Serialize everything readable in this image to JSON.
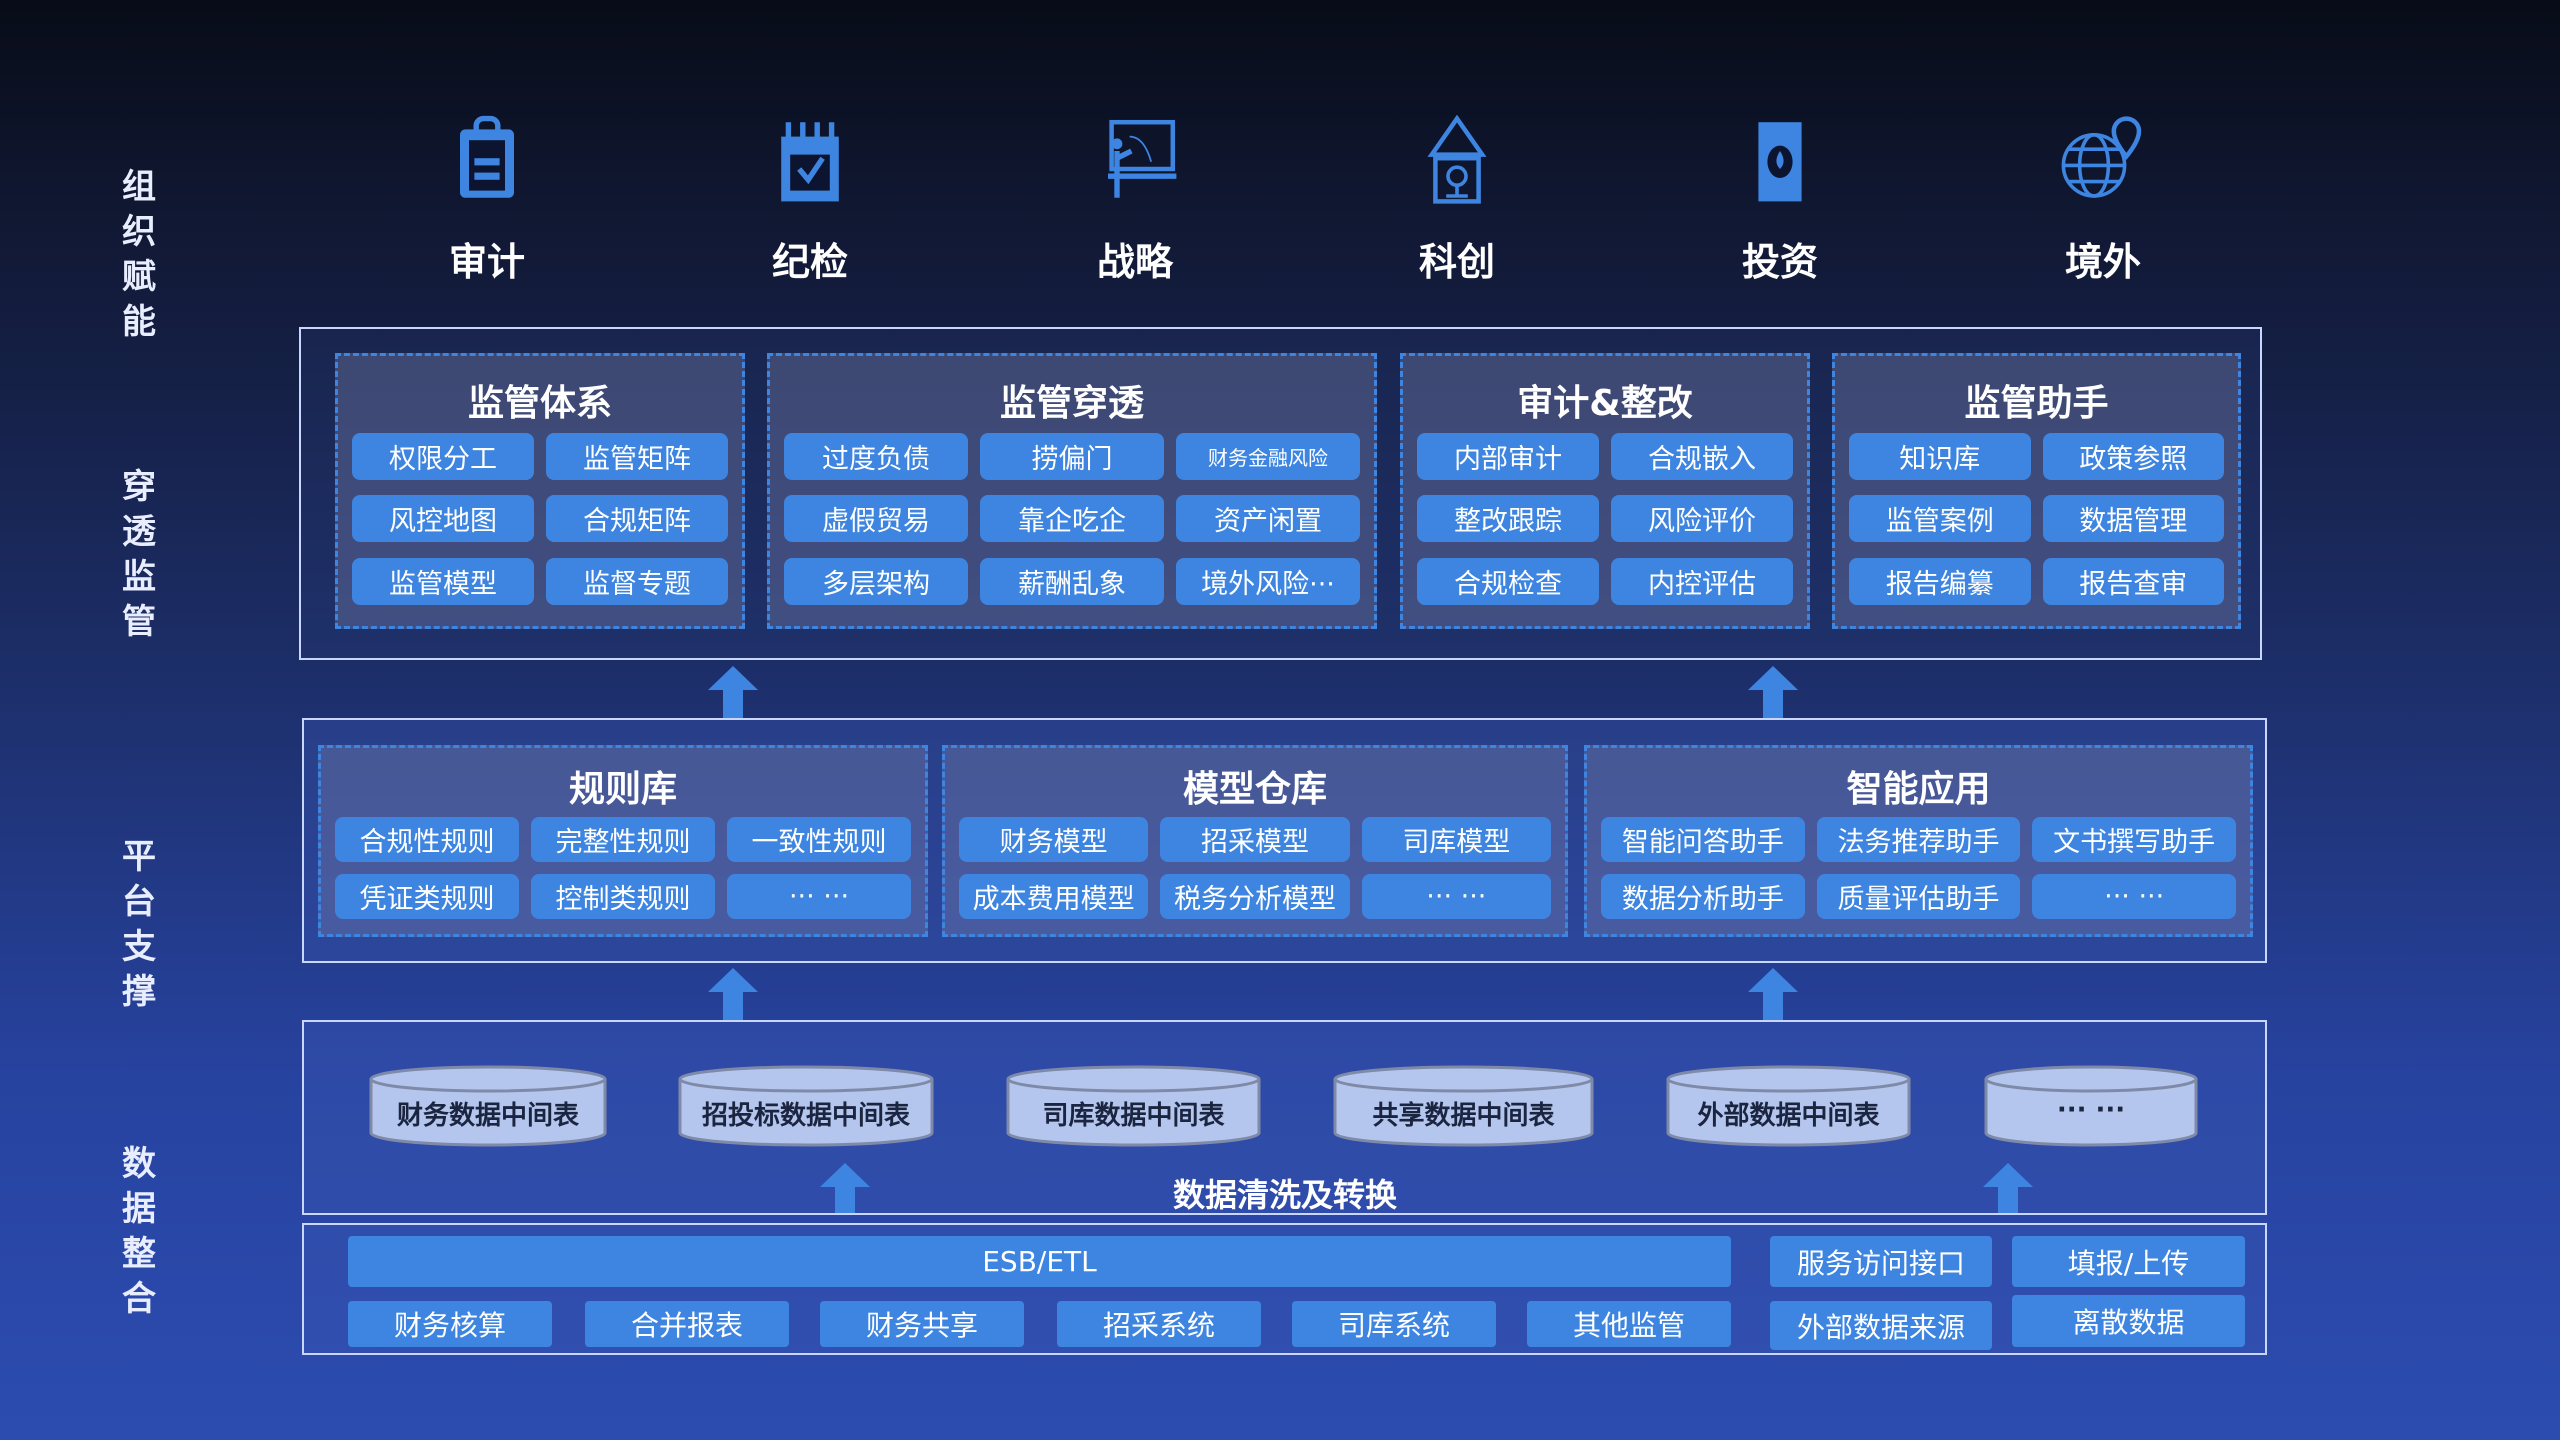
{
  "side_labels": [
    "组织赋能",
    "穿透监管",
    "平台支撑",
    "数据整合"
  ],
  "org_units": [
    {
      "label": "审计",
      "icon": "clipboard-icon"
    },
    {
      "label": "纪检",
      "icon": "calendar-check-icon"
    },
    {
      "label": "战略",
      "icon": "presentation-board-icon"
    },
    {
      "label": "科创",
      "icon": "innovation-house-icon"
    },
    {
      "label": "投资",
      "icon": "oil-barrel-icon"
    },
    {
      "label": "境外",
      "icon": "globe-pin-icon"
    }
  ],
  "penetration": [
    {
      "title": "监管体系",
      "items": [
        "权限分工",
        "监管矩阵",
        "风控地图",
        "合规矩阵",
        "监管模型",
        "监督专题"
      ]
    },
    {
      "title": "监管穿透",
      "items": [
        "过度负债",
        "捞偏门",
        "财务金融风险",
        "虚假贸易",
        "靠企吃企",
        "资产闲置",
        "多层架构",
        "薪酬乱象",
        "境外风险···"
      ]
    },
    {
      "title": "审计&整改",
      "items": [
        "内部审计",
        "合规嵌入",
        "整改跟踪",
        "风险评价",
        "合规检查",
        "内控评估"
      ]
    },
    {
      "title": "监管助手",
      "items": [
        "知识库",
        "政策参照",
        "监管案例",
        "数据管理",
        "报告编纂",
        "报告查审"
      ]
    }
  ],
  "platform": [
    {
      "title": "规则库",
      "items": [
        "合规性规则",
        "完整性规则",
        "一致性规则",
        "凭证类规则",
        "控制类规则",
        "··· ···"
      ]
    },
    {
      "title": "模型仓库",
      "items": [
        "财务模型",
        "招采模型",
        "司库模型",
        "成本费用模型",
        "税务分析模型",
        "··· ···"
      ]
    },
    {
      "title": "智能应用",
      "items": [
        "智能问答助手",
        "法务推荐助手",
        "文书撰写助手",
        "数据分析助手",
        "质量评估助手",
        "··· ···"
      ]
    }
  ],
  "data_tables": [
    "财务数据中间表",
    "招投标数据中间表",
    "司库数据中间表",
    "共享数据中间表",
    "外部数据中间表",
    "··· ···"
  ],
  "transform_label": "数据清洗及转换",
  "integration": {
    "esb": "ESB/ETL",
    "service_api": "服务访问接口",
    "upload": "填报/上传",
    "sources": [
      "财务核算",
      "合并报表",
      "财务共享",
      "招采系统",
      "司库系统",
      "其他监管"
    ],
    "external": "外部数据来源",
    "discrete": "离散数据"
  },
  "colors": {
    "accent": "#3d85e0",
    "cylinder": "#b4c6ee"
  }
}
